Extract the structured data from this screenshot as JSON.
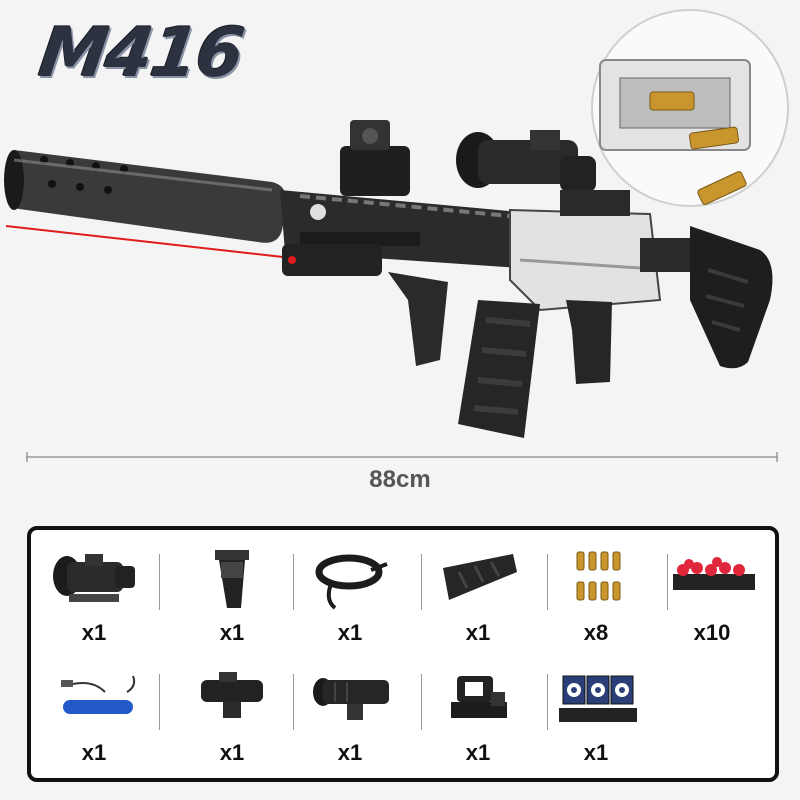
{
  "title": "M416",
  "dimension_label": "88cm",
  "accessories": [
    {
      "name": "scope",
      "qty": "x1"
    },
    {
      "name": "grip",
      "qty": "x1"
    },
    {
      "name": "sling",
      "qty": "x1"
    },
    {
      "name": "magazine",
      "qty": "x1"
    },
    {
      "name": "shells",
      "qty": "x8"
    },
    {
      "name": "soft-darts",
      "qty": "x10"
    },
    {
      "name": "usb-charger",
      "qty": "x1"
    },
    {
      "name": "laser-sight",
      "qty": "x1"
    },
    {
      "name": "flashlight",
      "qty": "x1"
    },
    {
      "name": "red-dot-sight",
      "qty": "x1"
    },
    {
      "name": "target",
      "qty": "x1"
    }
  ],
  "colors": {
    "background": "#f4f4f4",
    "title": "#2c3240",
    "laser": "#e01b1b",
    "brass": "#c9962e",
    "dart": "#e0263a",
    "cable": "#2358c9"
  }
}
